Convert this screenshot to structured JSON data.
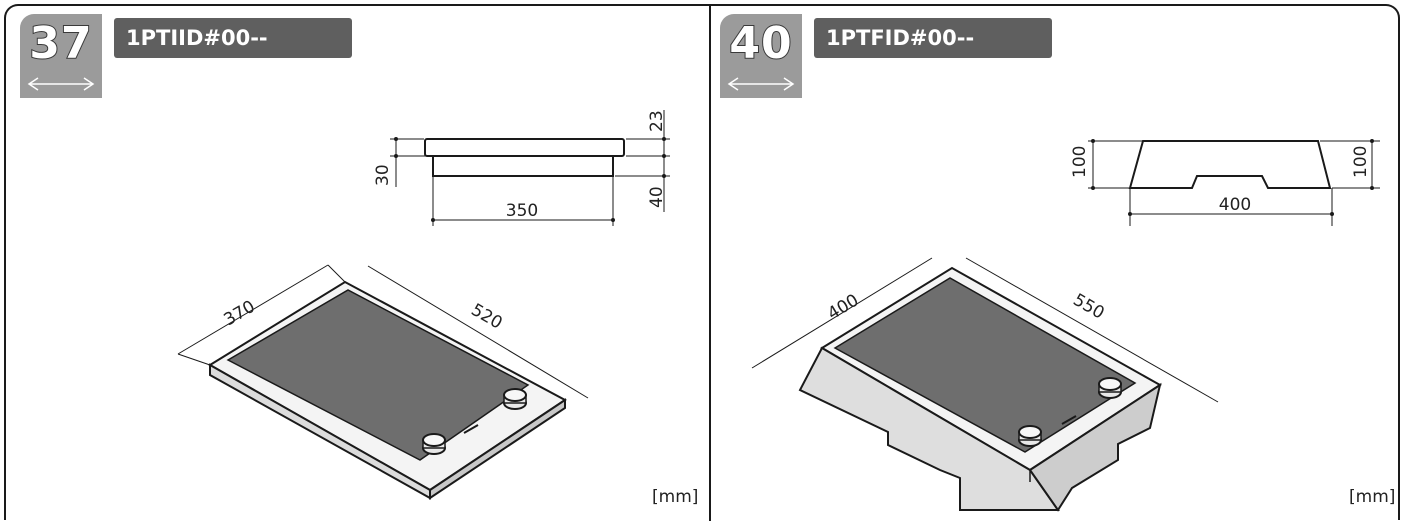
{
  "panels": [
    {
      "number": "37",
      "model": "1PTIID#00--",
      "unit": "[mm]",
      "side_dims": {
        "top_height": "23",
        "total_height": "30",
        "lower_height": "40",
        "width": "350"
      },
      "iso_dims": {
        "depth": "370",
        "length": "520"
      }
    },
    {
      "number": "40",
      "model": "1PTFID#00--",
      "unit": "[mm]",
      "side_dims": {
        "left_height": "100",
        "right_height": "100",
        "width": "400"
      },
      "iso_dims": {
        "depth": "400",
        "length": "550"
      }
    }
  ],
  "colors": {
    "badge": "#9b9b9b",
    "label": "#5f5f5f",
    "cooktop": "#6e6e6e",
    "outline": "#1a1a1a"
  },
  "icons": [
    "double-arrow-icon"
  ]
}
